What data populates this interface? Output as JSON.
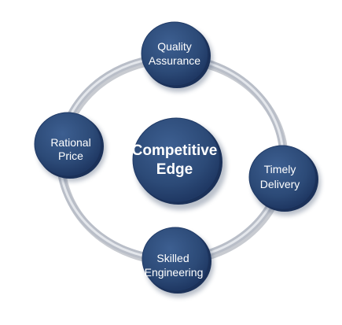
{
  "diagram": {
    "center": {
      "line1": "Competitive",
      "line2": "Edge"
    },
    "nodes": [
      {
        "line1": "Quality",
        "line2": "Assurance"
      },
      {
        "line1": "Timely",
        "line2": "Delivery"
      },
      {
        "line1": "Skilled",
        "line2": "Engineering"
      },
      {
        "line1": "Rational",
        "line2": "Price"
      }
    ]
  },
  "colors": {
    "node_fill": "#2c4a77",
    "node_edge": "#1b3159",
    "ring": "#b9bec8",
    "ring_highlight": "#e4e7ec",
    "background": "#ffffff"
  }
}
